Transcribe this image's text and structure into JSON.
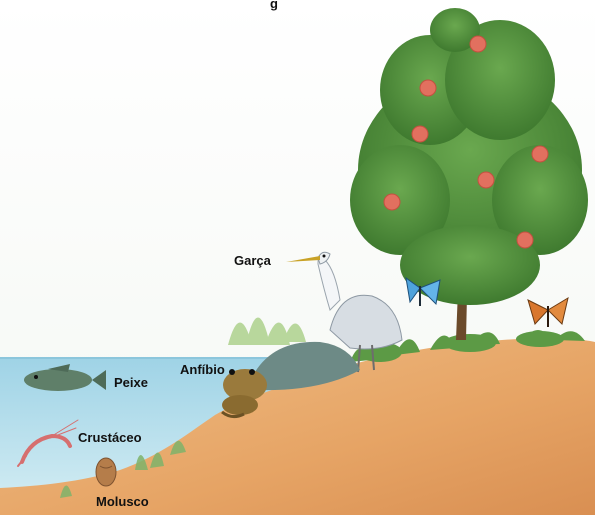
{
  "title_fragment": "g",
  "labels": {
    "heron": "Garça",
    "amphibian": "Anfíbio",
    "fish": "Peixe",
    "crustacean": "Crustáceo",
    "mollusc": "Molusco"
  },
  "colors": {
    "water": "#bfe3ee",
    "soil": "#e6a465",
    "foliage": "#4f8a3a",
    "fruit": "#e2705f",
    "butterfly_blue": "#4fa3dc",
    "butterfly_orange": "#d9772e"
  }
}
